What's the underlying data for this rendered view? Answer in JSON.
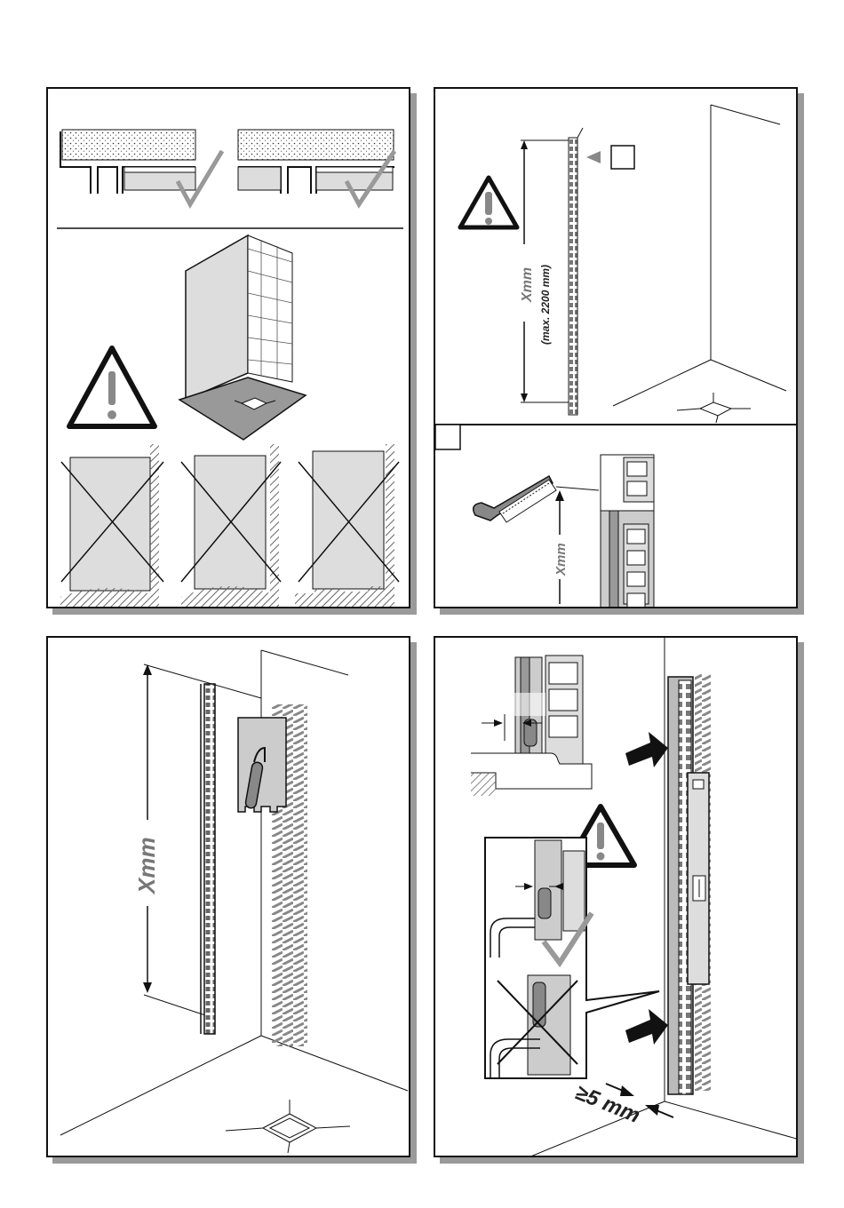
{
  "panels": {
    "cut_detail": {
      "dimension_label": "Xmm"
    },
    "measure": {
      "dimension_label": "Xmm",
      "max_label": "(max. 2200 mm)",
      "warning_mark": "!"
    },
    "adhesive": {
      "dimension_label": "Xmm"
    },
    "install": {
      "gap_label": "≥5 mm",
      "warning_mark": "!"
    },
    "substrate": {
      "warning_mark": "!"
    }
  },
  "colors": {
    "line": "#111111",
    "shade": "#9a9a9a",
    "label_grey": "#777777"
  }
}
